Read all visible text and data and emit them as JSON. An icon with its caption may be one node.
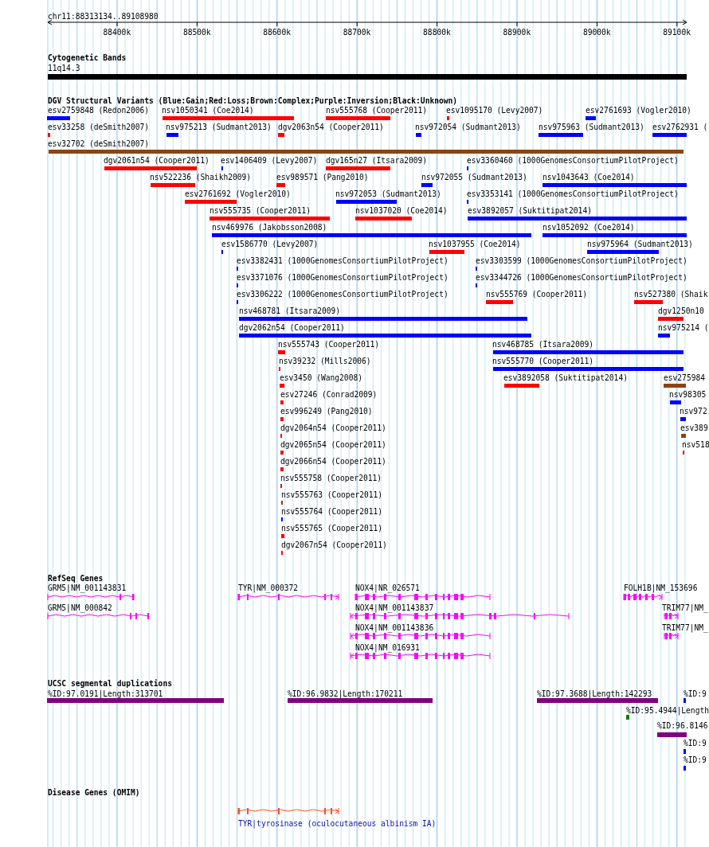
{
  "diagram": {
    "labels": [
      "chr11:88313134..89108980",
      "88400k",
      "88500k",
      "88600k",
      "88700k",
      "88800k",
      "88900k",
      "89000k",
      "89100k",
      "Cytogenetic Bands",
      "11q14.3",
      "DGV Structural Variants (Blue:Gain;Red:Loss;Brown:Complex;Purple:Inversion;Black:Unknown)",
      "esv2759848 (Redon2006)",
      "nsv1050341 (Coe2014)",
      "nsv555768 (Cooper2011)",
      "esv1095170 (Levy2007)",
      "esv2761693 (Vogler2010)",
      "esv33258 (deSmith2007)",
      "nsv975213 (Sudmant2013)",
      "dgv2063n54 (Cooper2011)",
      "nsv972054 (Sudmant2013)",
      "nsv975963 (Sudmant2013)",
      "esv2762931 (",
      "esv32702 (deSmith2007)",
      "dgv2061n54 (Cooper2011)",
      "esv1406409 (Levy2007)",
      "dgv165n27 (Itsara2009)",
      "esv3360460 (1000GenomesConsortiumPilotProject)",
      "nsv522236 (Shaikh2009)",
      "esv989571 (Pang2010)",
      "nsv972055 (Sudmant2013)",
      "nsv1043643 (Coe2014)",
      "esv2761692 (Vogler2010)",
      "nsv972053 (Sudmant2013)",
      "esv3353141 (1000GenomesConsortiumPilotProject)",
      "nsv555735 (Cooper2011)",
      "nsv1037020 (Coe2014)",
      "esv3892057 (Suktitipat2014)",
      "nsv469976 (Jakobsson2008)",
      "nsv1052092 (Coe2014)",
      "esv1586770 (Levy2007)",
      "nsv1037955 (Coe2014)",
      "nsv975964 (Sudmant2013)",
      "esv3382431 (1000GenomesConsortiumPilotProject)",
      "esv3303599 (1000GenomesConsortiumPilotProject)",
      "esv3371076 (1000GenomesConsortiumPilotProject)",
      "esv3344726 (1000GenomesConsortiumPilotProject)",
      "esv3306222 (1000GenomesConsortiumPilotProject)",
      "nsv555769 (Cooper2011)",
      "nsv527380 (Shaik",
      "nsv468781 (Itsara2009)",
      "dgv1250n10",
      "dgv2062n54 (Cooper2011)",
      "nsv975214 (",
      "nsv555743 (Cooper2011)",
      "nsv468785 (Itsara2009)",
      "nsv39232 (Mills2006)",
      "nsv555770 (Cooper2011)",
      "esv3450 (Wang2008)",
      "esv3892058 (Suktitipat2014)",
      "esv275984",
      "esv27246 (Conrad2009)",
      "nsv98305",
      "esv996249 (Pang2010)",
      "nsv972",
      "dgv2064n54 (Cooper2011)",
      "esv389",
      "dgv2065n54 (Cooper2011)",
      "nsv518",
      "dgv2066n54 (Cooper2011)",
      "nsv555758 (Cooper2011)",
      "nsv555763 (Cooper2011)",
      "nsv555764 (Cooper2011)",
      "nsv555765 (Cooper2011)",
      "dgv2067n54 (Cooper2011)",
      "RefSeq Genes",
      "GRM5|NM_001143831",
      "TYR|NM_000372",
      "NOX4|NR_026571",
      "FOLH1B|NM_153696",
      "GRM5|NM_000842",
      "NOX4|NM_001143837",
      "TRIM77|NM_",
      "NOX4|NM_001143836",
      "TRIM77|NM_",
      "NOX4|NM_016931",
      "UCSC segmental duplications",
      "%ID:97.0191|Length:313701",
      "%ID:96.9832|Length:170211",
      "%ID:97.3688|Length:142293",
      "%ID:9",
      "%ID:95.4944|Length",
      "%ID:96.8146",
      "%ID:9",
      "%ID:9",
      "Disease Genes (OMIM)",
      "TYR|tyrosinase (oculocutaneous albinism IA)"
    ]
  }
}
